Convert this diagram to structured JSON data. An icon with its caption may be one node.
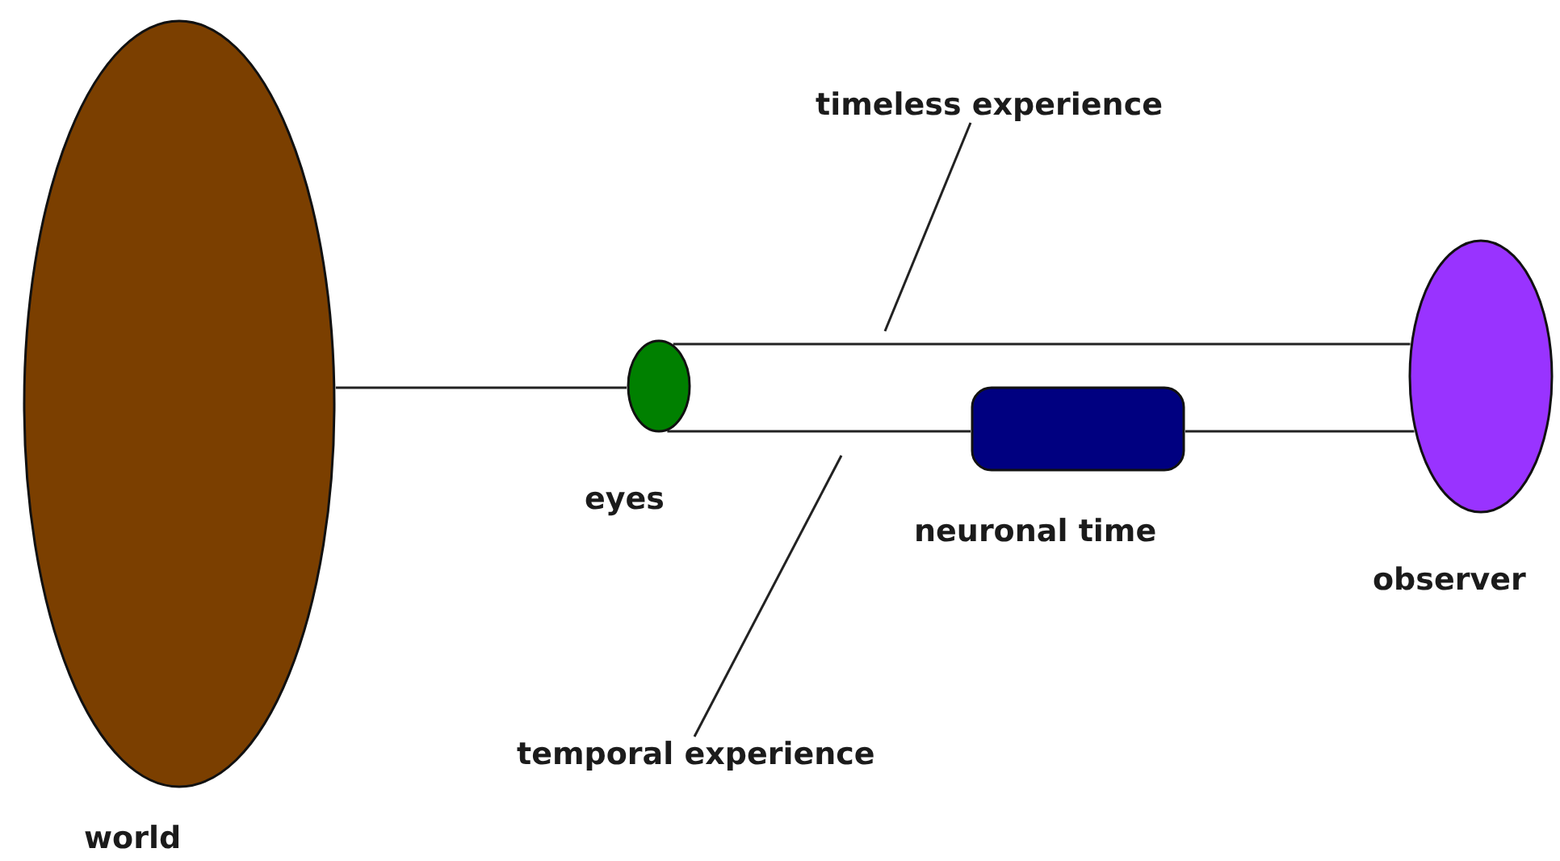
{
  "diagram": {
    "nodes": [
      {
        "text": [
          "world"
        ]
      },
      {
        "text": [
          "eyes"
        ]
      },
      {
        "text": [
          "neuronal time"
        ]
      },
      {
        "text": [
          "observer"
        ]
      },
      {
        "text": [
          "timeless experience"
        ]
      },
      {
        "text": [
          "temporal experience"
        ]
      }
    ],
    "edges": [
      {
        "from": 0,
        "to": 1,
        "arrow": "none"
      },
      {
        "from": 1,
        "to": 3,
        "arrow": "none"
      },
      {
        "from": 1,
        "to": 2,
        "arrow": "none"
      },
      {
        "from": 2,
        "to": 3,
        "arrow": "none"
      },
      {
        "from": 4,
        "to": null,
        "arrow": "none"
      },
      {
        "from": 5,
        "to": null,
        "arrow": "none"
      }
    ]
  }
}
